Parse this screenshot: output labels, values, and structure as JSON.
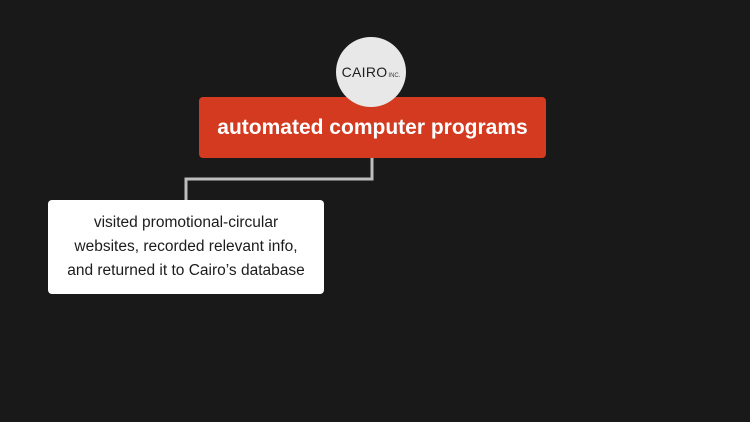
{
  "logo": {
    "name": "CAIRO",
    "suffix": "INC."
  },
  "main_node": {
    "label": "automated computer programs"
  },
  "child_node": {
    "lines": [
      "visited promotional-circular",
      "websites, recorded relevant info,",
      "and returned it to Cairo’s database"
    ]
  },
  "colors": {
    "background": "#1a191a",
    "main_node_fill": "#d33a1f",
    "child_node_fill": "#ffffff",
    "connector": "#bdbdbd",
    "logo_circle": "#e9e8e8"
  }
}
